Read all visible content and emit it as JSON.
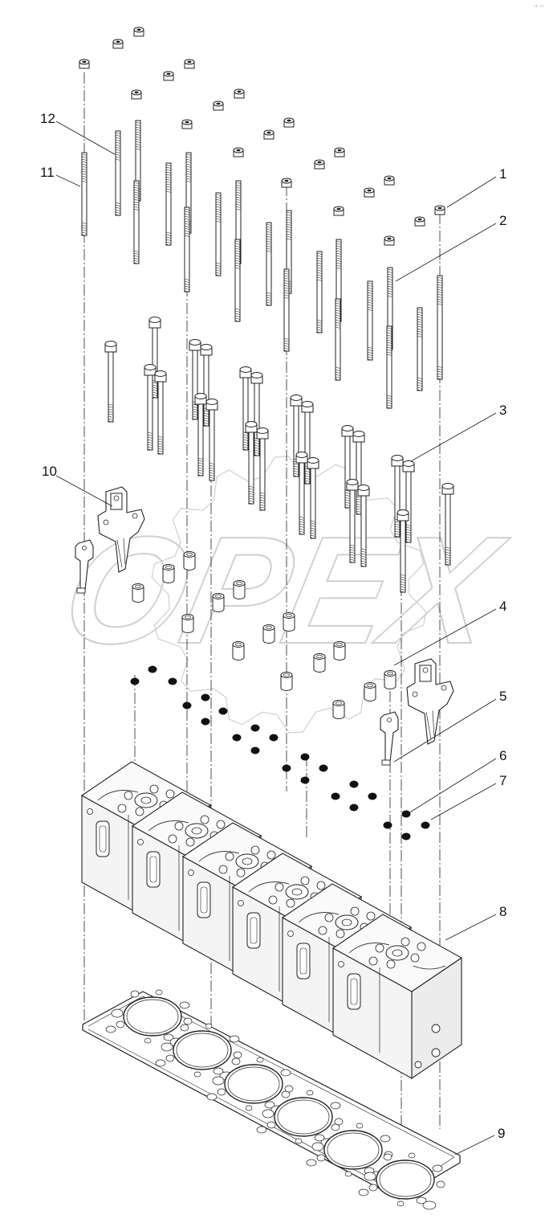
{
  "diagram": {
    "watermark": "OPEX",
    "corner_mark": "→ …",
    "callouts": [
      {
        "id": "1",
        "label": "1"
      },
      {
        "id": "2",
        "label": "2"
      },
      {
        "id": "3",
        "label": "3"
      },
      {
        "id": "4",
        "label": "4"
      },
      {
        "id": "5",
        "label": "5"
      },
      {
        "id": "6",
        "label": "6"
      },
      {
        "id": "7",
        "label": "7"
      },
      {
        "id": "8",
        "label": "8"
      },
      {
        "id": "9",
        "label": "9"
      },
      {
        "id": "10",
        "label": "10"
      },
      {
        "id": "11",
        "label": "11"
      },
      {
        "id": "12",
        "label": "12"
      }
    ],
    "colors": {
      "line": "#222222",
      "watermark": "#cfcfcf",
      "part_fill": "#f4f4f4",
      "seal_fill": "#111111"
    }
  }
}
